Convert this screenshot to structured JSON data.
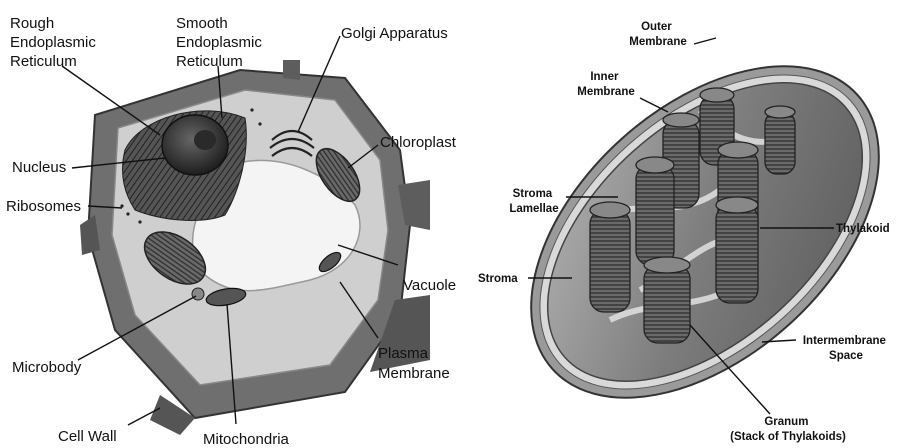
{
  "plant_cell": {
    "labels": {
      "rough_er": [
        "Rough",
        "Endoplasmic",
        "Reticulum"
      ],
      "smooth_er": [
        "Smooth",
        "Endoplasmic",
        "Reticulum"
      ],
      "golgi": "Golgi Apparatus",
      "chloroplast": "Chloroplast",
      "nucleus": "Nucleus",
      "ribosomes": "Ribosomes",
      "vacuole": "Vacuole",
      "microbody": "Microbody",
      "plasma_membrane": [
        "Plasma",
        "Membrane"
      ],
      "cell_wall": "Cell Wall",
      "mitochondria": "Mitochondria"
    }
  },
  "chloroplast": {
    "labels": {
      "outer_membrane": [
        "Outer",
        "Membrane"
      ],
      "inner_membrane": [
        "Inner",
        "Membrane"
      ],
      "stroma_lamellae": [
        "Stroma",
        "Lamellae"
      ],
      "thylakoid": "Thylakoid",
      "stroma": "Stroma",
      "intermembrane_space": [
        "Intermembrane",
        "Space"
      ],
      "granum": [
        "Granum",
        "(Stack of Thylakoids)"
      ]
    }
  },
  "colors": {
    "cell_wall": "#6f6f6f",
    "cytoplasm": "#cfcfcf",
    "vacuole": "#f4f4f4",
    "organelle_dark": "#3a3a3a",
    "chloroplast_body": "#8a8a8a"
  }
}
